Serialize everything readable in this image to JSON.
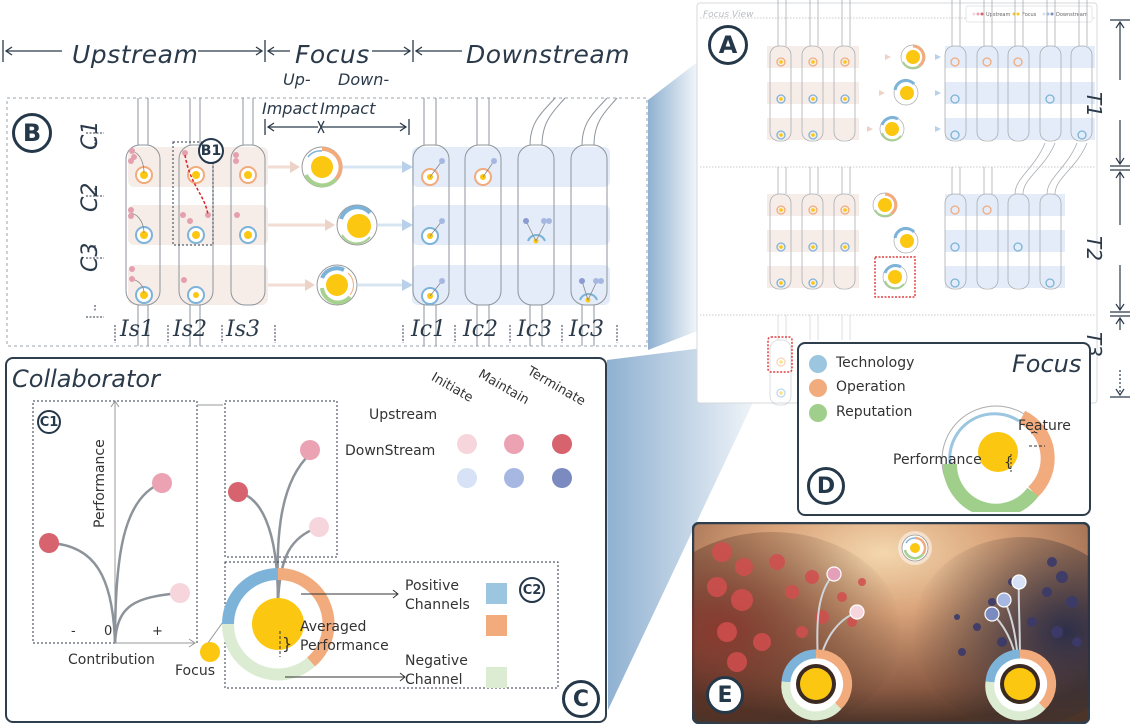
{
  "header": {
    "upstream": "Upstream",
    "focus": "Focus",
    "downstream": "Downstream",
    "up_impact_line1": "Up-",
    "up_impact_line2": "Impact",
    "down_impact_line1": "Down-",
    "down_impact_line2": "Impact"
  },
  "panel_b": {
    "badge": "B",
    "sub_badge": "B1",
    "rows": [
      "C1",
      "C2",
      "C3"
    ],
    "upstream_columns": [
      "Is1",
      "Is2",
      "Is3"
    ],
    "downstream_columns": [
      "Ic1",
      "Ic2",
      "Ic3",
      "Ic3"
    ]
  },
  "panel_a": {
    "badge": "A",
    "title": "Focus View",
    "legend": [
      "Upstream",
      "Focus",
      "Downstream"
    ],
    "time_periods": [
      "T1",
      "T2",
      "T3"
    ]
  },
  "panel_c": {
    "badge": "C",
    "title": "Collaborator",
    "c1_badge": "C1",
    "c2_badge": "C2",
    "y_axis": "Performance",
    "x_axis": "Contribution",
    "x_ticks": [
      "-",
      "0",
      "+"
    ],
    "focus_label": "Focus",
    "legend_columns": [
      "Initiate",
      "Maintain",
      "Terminate"
    ],
    "legend_rows": [
      {
        "label": "Upstream",
        "colors": [
          "#f6d6dc",
          "#eba2b2",
          "#d6636d"
        ]
      },
      {
        "label": "DownStream",
        "colors": [
          "#d7e2f6",
          "#a6b8e2",
          "#7b8abf"
        ]
      }
    ],
    "positive_channels": "Positive Channels",
    "positive_line1": "Positive",
    "positive_line2": "Channels",
    "negative_line1": "Negative",
    "negative_line2": "Channel",
    "averaged_line1": "Averaged",
    "averaged_line2": "Performance"
  },
  "panel_d": {
    "badge": "D",
    "title": "Focus",
    "legend": [
      {
        "label": "Technology",
        "color": "#9cc6e0"
      },
      {
        "label": "Operation",
        "color": "#f1ab7d"
      },
      {
        "label": "Reputation",
        "color": "#9fcf8a"
      }
    ],
    "feature_label": "Feature",
    "performance_label": "Performance"
  },
  "panel_e": {
    "badge": "E"
  },
  "colors": {
    "focus_yellow": "#fcc710",
    "technology": "#7db3d8",
    "operation": "#f1ab7d",
    "reputation": "#a7d18f",
    "reputation_light": "#dcecd3",
    "upstream_band": "#f7ede8",
    "downstream_band": "#e3ecf8",
    "ink": "#2b3a4a"
  }
}
